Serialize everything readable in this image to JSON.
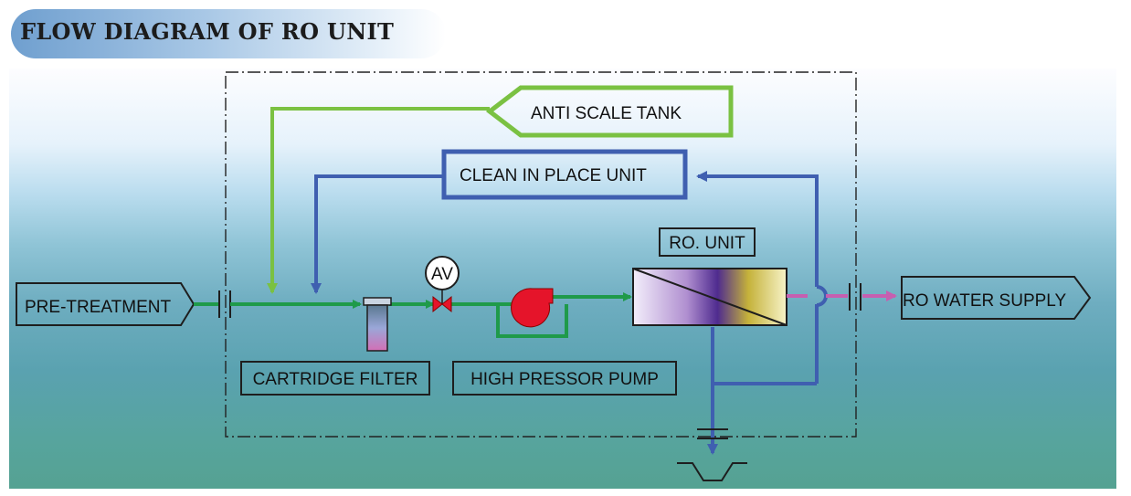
{
  "title": "FLOW DIAGRAM OF RO UNIT",
  "labels": {
    "pre_treatment": "PRE-TREATMENT",
    "anti_scale_tank": "ANTI SCALE TANK",
    "clean_in_place": "CLEAN IN PLACE UNIT",
    "ro_unit": "RO. UNIT",
    "ro_water_supply": "RO WATER SUPPLY",
    "cartridge_filter": "CARTRIDGE FILTER",
    "high_pressure_pump": "HIGH PRESSOR PUMP",
    "av": "AV"
  },
  "colors": {
    "feed_line": "#1f9a4a",
    "anti_scale_line": "#7ac142",
    "cip_line": "#3f5fb0",
    "product_line": "#c65fb0",
    "pump": "#e5142a",
    "valve": "#e5142a"
  }
}
